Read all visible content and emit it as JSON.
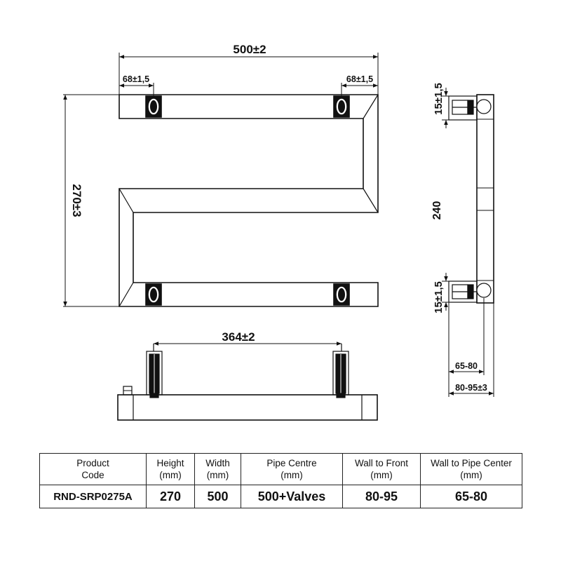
{
  "front_view": {
    "width_label": "500±2",
    "height_label": "270±3",
    "left_offset_label": "68±1,5",
    "right_offset_label": "68±1,5"
  },
  "top_view": {
    "pipe_spacing_label": "364±2"
  },
  "side_view": {
    "top_bracket_label": "15±1,5",
    "center_label": "240",
    "bottom_bracket_label": "15±1,5",
    "wall_to_pipe_label": "65-80",
    "wall_to_front_label": "80-95±3"
  },
  "spec_table": {
    "headers": [
      {
        "line1": "Product",
        "line2": "Code"
      },
      {
        "line1": "Height",
        "line2": "(mm)"
      },
      {
        "line1": "Width",
        "line2": "(mm)"
      },
      {
        "line1": "Pipe Centre",
        "line2": "(mm)"
      },
      {
        "line1": "Wall to Front",
        "line2": "(mm)"
      },
      {
        "line1": "Wall to Pipe Center",
        "line2": "(mm)"
      }
    ],
    "row": {
      "product_code": "RND-SRP0275A",
      "height": "270",
      "width": "500",
      "pipe_centre": "500+Valves",
      "wall_to_front": "80-95",
      "wall_to_pipe_center": "65-80"
    }
  }
}
